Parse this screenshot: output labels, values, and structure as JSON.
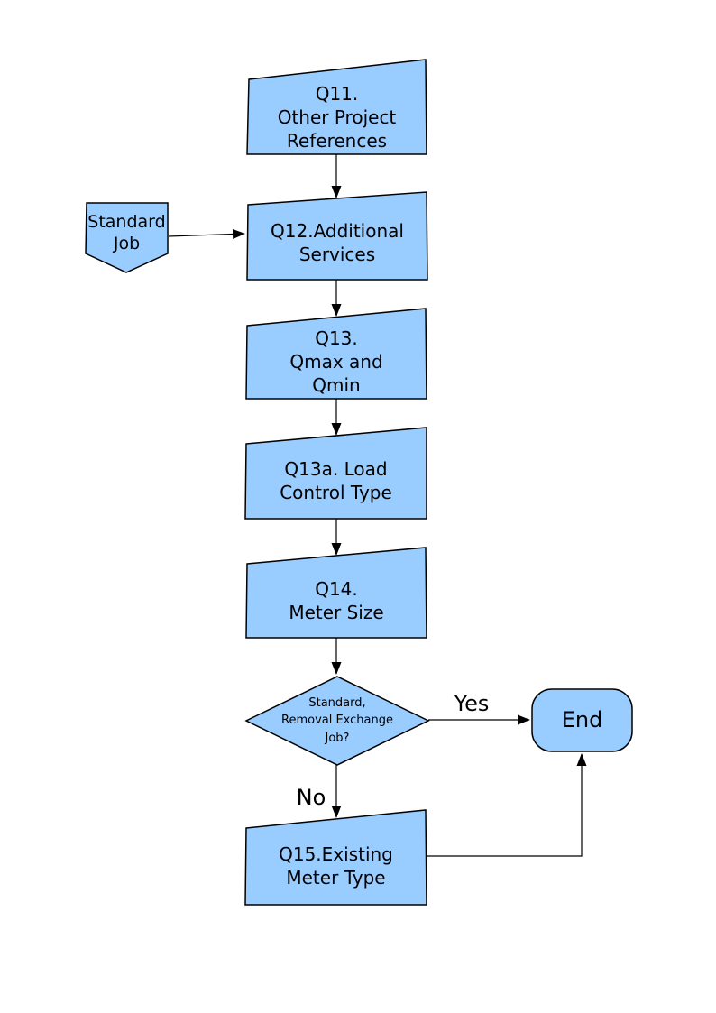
{
  "flowchart": {
    "colors": {
      "node_fill": "#99CCFF",
      "node_border": "#000000",
      "connector": "#000000",
      "text": "#000000",
      "background": "#FFFFFF"
    },
    "nodes": {
      "standard_job": {
        "label": "Standard\nJob",
        "type": "off-page-reference"
      },
      "q11": {
        "label": "Q11.\nOther Project\nReferences",
        "type": "step"
      },
      "q12": {
        "label": "Q12.Additional\nServices",
        "type": "step"
      },
      "q13": {
        "label": "Q13.\nQmax and\nQmin",
        "type": "step"
      },
      "q13a": {
        "label": "Q13a. Load\nControl Type",
        "type": "step"
      },
      "q14": {
        "label": "Q14.\nMeter Size",
        "type": "step"
      },
      "decision": {
        "label": "Standard,\nRemoval Exchange\nJob?",
        "type": "decision"
      },
      "end": {
        "label": "End",
        "type": "terminator"
      },
      "q15": {
        "label": "Q15.Existing\nMeter Type",
        "type": "step"
      }
    },
    "edge_labels": {
      "yes": "Yes",
      "no": "No"
    }
  }
}
